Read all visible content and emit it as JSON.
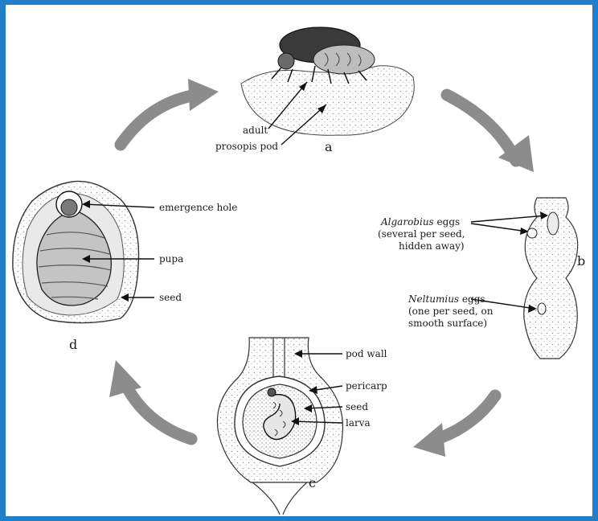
{
  "colors": {
    "border": "#1f7fc8",
    "cycle_arrow": "#8c8c8c",
    "ink": "#1a1a1a",
    "stipple": "#d2d2d2",
    "seed_fill": "#cfcfcf"
  },
  "stages": {
    "a": {
      "letter": "a",
      "labels": {
        "adult": "adult",
        "pod": "prosopis pod"
      }
    },
    "b": {
      "letter": "b",
      "algarobius": {
        "name": "Algarobius",
        "suffix": " eggs",
        "line2": "(several per seed,",
        "line3": "hidden away)"
      },
      "neltumius": {
        "name": "Neltumius",
        "suffix": " eggs",
        "line2": "(one per seed, on",
        "line3": "smooth surface)"
      }
    },
    "c": {
      "letter": "c",
      "labels": {
        "pod_wall": "pod wall",
        "pericarp": "pericarp",
        "seed": "seed",
        "larva": "larva"
      }
    },
    "d": {
      "letter": "d",
      "labels": {
        "emergence": "emergence hole",
        "pupa": "pupa",
        "seed": "seed"
      }
    }
  },
  "icons": {
    "cycle_arrows": [
      "arrow-a-to-b-icon",
      "arrow-b-to-c-icon",
      "arrow-c-to-d-icon",
      "arrow-d-to-a-icon"
    ]
  }
}
